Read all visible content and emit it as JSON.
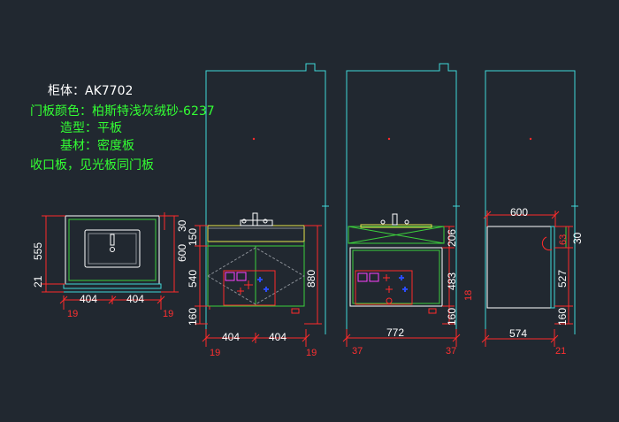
{
  "notes": {
    "cabinet": "柜体：AK7702",
    "door_color": "门板颜色：柏斯特浅灰绒砂-6237",
    "shape": "造型：平板",
    "material": "基材：密度板",
    "edge": "收口板，见光板同门板"
  },
  "colors": {
    "background": "#212830",
    "note_white": "#ffffff",
    "note_green": "#33ff33",
    "outline_cyan": "#3fd8d8",
    "body_green": "#3ccf3c",
    "counter_yellow": "#e6e64a",
    "dim_red": "#ff2a2a",
    "accent_blue": "#2a4bff",
    "accent_magenta": "#ff40ff"
  },
  "top_view": {
    "left_vertical": "555",
    "left_small": "21",
    "right_vertical": "600",
    "right_small": "30",
    "bottom_left": "404",
    "bottom_right": "404",
    "edge_left": "19",
    "edge_right": "19"
  },
  "front_view": {
    "left_top": "150",
    "left_middle": "540",
    "left_bottom": "160",
    "right_total": "880",
    "bottom_left": "404",
    "bottom_right": "404",
    "edge_left": "19",
    "edge_right": "19"
  },
  "side_view": {
    "top": "206",
    "middle": "483",
    "bottom": "160",
    "extra": "18",
    "width": "772",
    "edge_left": "37",
    "edge_right": "37"
  },
  "back_view": {
    "top_width": "600",
    "right_top": "63",
    "right_small": "30",
    "right_middle": "527",
    "right_bottom": "160",
    "bottom_width": "574",
    "edge_right": "21"
  }
}
